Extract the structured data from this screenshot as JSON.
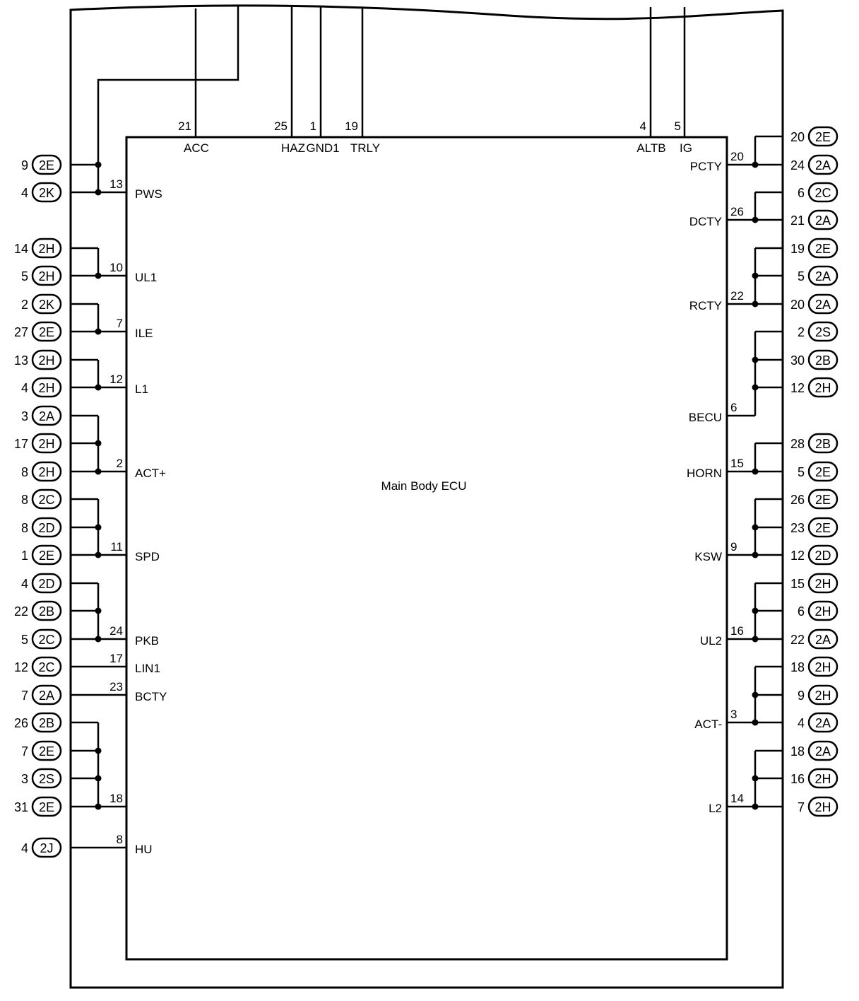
{
  "ecu_title": "Main Body ECU",
  "top_pins": [
    {
      "pin": "21",
      "signal": "ACC"
    },
    {
      "pin": "25",
      "signal": "HAZ"
    },
    {
      "pin": "1",
      "signal": "GND1"
    },
    {
      "pin": "19",
      "signal": "TRLY"
    },
    {
      "pin": "4",
      "signal": "ALTB"
    },
    {
      "pin": "5",
      "signal": "IG"
    }
  ],
  "left_pins": [
    {
      "pin": "13",
      "signal": "PWS",
      "connectors": [
        {
          "num": "9",
          "code": "2E"
        },
        {
          "num": "4",
          "code": "2K"
        }
      ]
    },
    {
      "pin": "10",
      "signal": "UL1",
      "connectors": [
        {
          "num": "14",
          "code": "2H"
        },
        {
          "num": "5",
          "code": "2H"
        }
      ]
    },
    {
      "pin": "7",
      "signal": "ILE",
      "connectors": [
        {
          "num": "2",
          "code": "2K"
        },
        {
          "num": "27",
          "code": "2E"
        }
      ]
    },
    {
      "pin": "12",
      "signal": "L1",
      "connectors": [
        {
          "num": "13",
          "code": "2H"
        },
        {
          "num": "4",
          "code": "2H"
        }
      ]
    },
    {
      "pin": "2",
      "signal": "ACT+",
      "connectors": [
        {
          "num": "3",
          "code": "2A"
        },
        {
          "num": "17",
          "code": "2H"
        },
        {
          "num": "8",
          "code": "2H"
        }
      ]
    },
    {
      "pin": "11",
      "signal": "SPD",
      "connectors": [
        {
          "num": "8",
          "code": "2C"
        },
        {
          "num": "8",
          "code": "2D"
        },
        {
          "num": "1",
          "code": "2E"
        }
      ]
    },
    {
      "pin": "24",
      "signal": "PKB",
      "connectors": [
        {
          "num": "4",
          "code": "2D"
        },
        {
          "num": "22",
          "code": "2B"
        },
        {
          "num": "5",
          "code": "2C"
        }
      ]
    },
    {
      "pin": "17",
      "signal": "LIN1",
      "connectors": [
        {
          "num": "12",
          "code": "2C"
        }
      ]
    },
    {
      "pin": "23",
      "signal": "BCTY",
      "connectors": [
        {
          "num": "7",
          "code": "2A"
        }
      ]
    },
    {
      "pin": "18",
      "signal": "",
      "connectors": [
        {
          "num": "26",
          "code": "2B"
        },
        {
          "num": "7",
          "code": "2E"
        },
        {
          "num": "3",
          "code": "2S"
        },
        {
          "num": "31",
          "code": "2E"
        }
      ]
    },
    {
      "pin": "8",
      "signal": "HU",
      "connectors": [
        {
          "num": "4",
          "code": "2J"
        }
      ]
    }
  ],
  "right_pins": [
    {
      "pin": "20",
      "signal": "PCTY",
      "connectors": [
        {
          "num": "20",
          "code": "2E"
        },
        {
          "num": "24",
          "code": "2A"
        }
      ]
    },
    {
      "pin": "26",
      "signal": "DCTY",
      "connectors": [
        {
          "num": "6",
          "code": "2C"
        },
        {
          "num": "21",
          "code": "2A"
        }
      ]
    },
    {
      "pin": "22",
      "signal": "RCTY",
      "connectors": [
        {
          "num": "19",
          "code": "2E"
        },
        {
          "num": "5",
          "code": "2A"
        },
        {
          "num": "20",
          "code": "2A"
        }
      ]
    },
    {
      "pin": "6",
      "signal": "BECU",
      "connectors": [
        {
          "num": "2",
          "code": "2S"
        },
        {
          "num": "30",
          "code": "2B"
        },
        {
          "num": "12",
          "code": "2H"
        }
      ]
    },
    {
      "pin": "15",
      "signal": "HORN",
      "connectors": [
        {
          "num": "28",
          "code": "2B"
        },
        {
          "num": "5",
          "code": "2E"
        }
      ]
    },
    {
      "pin": "9",
      "signal": "KSW",
      "connectors": [
        {
          "num": "26",
          "code": "2E"
        },
        {
          "num": "23",
          "code": "2E"
        },
        {
          "num": "12",
          "code": "2D"
        }
      ]
    },
    {
      "pin": "16",
      "signal": "UL2",
      "connectors": [
        {
          "num": "15",
          "code": "2H"
        },
        {
          "num": "6",
          "code": "2H"
        },
        {
          "num": "22",
          "code": "2A"
        }
      ]
    },
    {
      "pin": "3",
      "signal": "ACT-",
      "connectors": [
        {
          "num": "18",
          "code": "2H"
        },
        {
          "num": "9",
          "code": "2H"
        },
        {
          "num": "4",
          "code": "2A"
        }
      ]
    },
    {
      "pin": "14",
      "signal": "L2",
      "connectors": [
        {
          "num": "18",
          "code": "2A"
        },
        {
          "num": "16",
          "code": "2H"
        },
        {
          "num": "7",
          "code": "2H"
        }
      ]
    }
  ]
}
